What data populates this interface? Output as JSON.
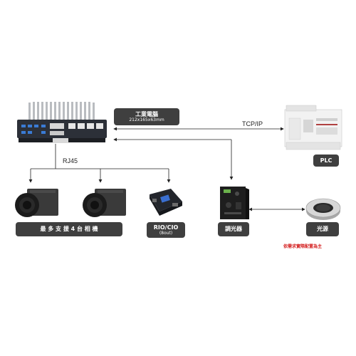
{
  "pc": {
    "title": "工業電腦",
    "size": "212x165x63mm"
  },
  "links": {
    "tcpip": "TCP/IP",
    "rj45": "RJ45"
  },
  "plc": {
    "label": "PLC"
  },
  "cameras": {
    "label": "最 多 支 援 4 台 相 機"
  },
  "rio": {
    "label": "RIO/CIO",
    "sub": "(8out)"
  },
  "controller": {
    "label": "調光器"
  },
  "light": {
    "label": "光源"
  },
  "footnote": "依需求實際配置為主",
  "colors": {
    "pill": "#3f3f3f",
    "note": "#d42020",
    "line": "#222222"
  }
}
